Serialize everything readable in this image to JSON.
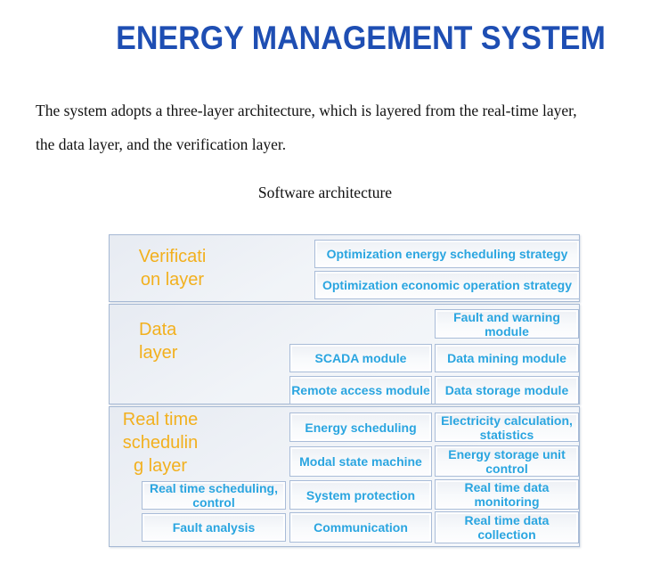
{
  "page": {
    "title": "ENERGY MANAGEMENT SYSTEM",
    "intro_line1": "The system adopts a three-layer architecture, which is layered from the real-time layer,",
    "intro_line2": "the data layer, and the verification layer.",
    "caption": "Software architecture"
  },
  "colors": {
    "title_blue": "#1e4eb3",
    "layer_label_orange": "#f2b01e",
    "module_text_cyan": "#2aa5e0",
    "box_border": "#a9bcd8"
  },
  "diagram": {
    "layers": [
      {
        "id": "verification-layer",
        "label_lines": [
          "Verificati",
          "on layer"
        ],
        "modules": [
          {
            "label": "Optimization energy scheduling strategy"
          },
          {
            "label": "Optimization economic operation strategy"
          }
        ]
      },
      {
        "id": "data-layer",
        "label_lines": [
          "Data",
          "layer"
        ],
        "modules": [
          {
            "label": "Fault and warning module"
          },
          {
            "label": "SCADA module"
          },
          {
            "label": "Data mining module"
          },
          {
            "label": "Remote access module"
          },
          {
            "label": "Data storage module"
          }
        ]
      },
      {
        "id": "real-time-scheduling-layer",
        "label_lines": [
          "Real time",
          "schedulin",
          "g layer"
        ],
        "modules": [
          {
            "label": "Energy scheduling"
          },
          {
            "label": "Electricity calculation, statistics"
          },
          {
            "label": "Modal state machine"
          },
          {
            "label": "Energy storage unit control"
          },
          {
            "label": "Real time scheduling, control"
          },
          {
            "label": "System protection"
          },
          {
            "label": "Real time data monitoring"
          },
          {
            "label": "Fault analysis"
          },
          {
            "label": "Communication"
          },
          {
            "label": "Real time data collection"
          }
        ]
      }
    ]
  }
}
